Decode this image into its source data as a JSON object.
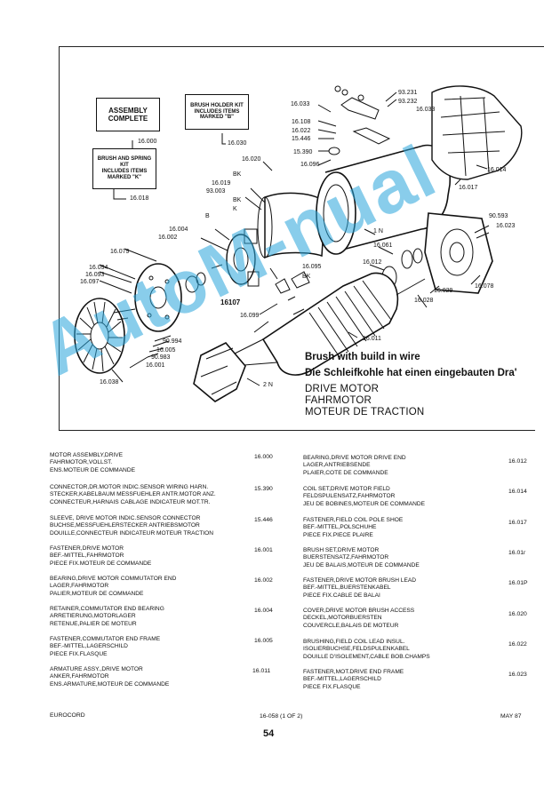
{
  "diagram": {
    "boxes": {
      "assembly": [
        "ASSEMBLY",
        "COMPLETE"
      ],
      "brush_holder": [
        "BRUSH HOLDER KIT",
        "INCLUDES ITEMS",
        "MARKED \"B\""
      ],
      "brush_spring": [
        "BRUSH AND SPRING",
        "KIT",
        "INCLUDES ITEMS",
        "MARKED \"K\""
      ]
    },
    "callouts": {
      "c16000": "16.000",
      "c16030": "16.030",
      "c16018": "16.018",
      "c16033a": "16.033",
      "c93231": "93.231",
      "c93232": "93.232",
      "c16033b": "16.033",
      "c16108": "16.108",
      "c16022": "16.022",
      "c15446": "15.446",
      "c15390": "15.390",
      "c16096": "16.096",
      "c16014": "16.014",
      "c16017": "16.017",
      "c16020": "16.020",
      "c16019": "16.019",
      "c93003": "93.003",
      "cBK1": "BK",
      "cBK2": "BK",
      "cK": "K",
      "cB": "B",
      "c16004": "16.004",
      "c16002": "16.002",
      "c1N": "1 N",
      "c90593": "90.593",
      "c16023": "16.023",
      "c16061": "16.061",
      "c16079": "16.079",
      "c16094": "16.094",
      "c16093": "16.093",
      "c16097": "16.097",
      "c16012": "16.012",
      "c16095": "16.095",
      "cBK3": "BK",
      "c16107": "16107",
      "c16029": "16.029",
      "c16078": "16.078",
      "c16028": "16.028",
      "c16099": "16.099",
      "c90994": "90.994",
      "c16005": "16.005",
      "c90983": "90.983",
      "c16001": "16.001",
      "c16011": "16.011",
      "c16038": "16.038",
      "c2N": "2 N"
    },
    "caption_en": "Brush with build in wire",
    "caption_de": "Die Schleifkohle hat einen eingebauten Dra'",
    "title": [
      "DRIVE MOTOR",
      "FAHRMOTOR",
      "MOTEUR DE TRACTION"
    ]
  },
  "parts_left": [
    {
      "lines": [
        "MOTOR ASSEMBLY,DRIVE",
        "FAHRMOTOR,VOLLST.",
        "ENS.MOTEUR DE COMMANDE"
      ],
      "no": "16.000"
    },
    {
      "lines": [
        "CONNECTOR,DR.MOTOR INDIC.SENSOR WIRING HARN.",
        "STECKER,KABELBAUM MESSFUEHLER ANTR.MOTOR ANZ.",
        "CONNECTEUR,HARNAIS CABLAGE INDICATEUR MOT.TR."
      ],
      "no": "15.390"
    },
    {
      "lines": [
        "SLEEVE, DRIVE MOTOR INDIC.SENSOR CONNECTOR",
        "BUCHSE,MESSFUEHLERSTECKER ANTRIEBSMOTOR",
        "DOUILLE,CONNECTEUR INDICATEUR MOTEUR TRACTION"
      ],
      "no": "15.446"
    },
    {
      "lines": [
        "FASTENER,DRIVE MOTOR",
        "BEF.-MITTEL,FAHRMOTOR",
        "PIECE FIX.MOTEUR DE COMMANDE"
      ],
      "no": "16.001"
    },
    {
      "lines": [
        "BEARING,DRIVE MOTOR COMMUTATOR END",
        "LAGER,FAHRMOTOR",
        "PALIER,MOTEUR DE COMMANDE"
      ],
      "no": "16.002"
    },
    {
      "lines": [
        "RETAINER,COMMUTATOR END BEARING",
        "ARRETIERUNG,MOTORLAGER",
        "RETENUE,PALIER DE MOTEUR"
      ],
      "no": "16.004"
    },
    {
      "lines": [
        "FASTENER,COMMUTATOR END FRAME",
        "BEF.-MITTEL,LAGERSCHILD",
        "PIECE FIX.FLASQUE"
      ],
      "no": "16.005"
    },
    {
      "lines": [
        "ARMATURE ASSY.,DRIVE MOTOR",
        "ANKER,FAHRMOTOR",
        "ENS.ARMATURE,MOTEUR DE COMMANDE"
      ],
      "no": "16.011"
    }
  ],
  "parts_right": [
    {
      "lines": [
        "BEARING,DRIVE MOTOR DRIVE END",
        "LAGER,ANTRIEBSENDE",
        "PLAIER,COTE DE COMMANDE"
      ],
      "no": "16.012"
    },
    {
      "lines": [
        "COIL SET,DRIVE MOTOR FIELD",
        "FELDSPULENSATZ,FAHRMOTOR",
        "JEU DE BOBINES,MOTEUR DE COMMANDE"
      ],
      "no": "16.014"
    },
    {
      "lines": [
        "FASTENER,FIELD COIL POLE SHOE",
        "BEF.-MITTEL,POLSCHUHE",
        "PIECE FIX.PIECE PLAIRE"
      ],
      "no": "16.017"
    },
    {
      "lines": [
        "BRUSH SET,DRIVE MOTOR",
        "BUERSTENSATZ,FAHRMOTOR",
        "JEU DE BALAIS,MOTEUR DE COMMANDE"
      ],
      "no": "16.01г"
    },
    {
      "lines": [
        "FASTENER,DRIVE MOTOR BRUSH LEAD",
        "BEF.-MITTEL,BUERSTENKABEL",
        "PIECE FIX.CABLE DE BALAI"
      ],
      "no": "16.01P"
    },
    {
      "lines": [
        "COVER,DRIVE MOTOR BRUSH ACCESS",
        "DECKEL,MOTORBUERSTEN",
        "COUVERCLE,BALAIS DE MOTEUR"
      ],
      "no": "16.020"
    },
    {
      "lines": [
        "BRUSHING,FIELD COIL LEAD INSUL.",
        "ISOLIERBUCHSE,FELDSPULENKABEL",
        "DOUILLE D'ISOLEMENT,CABLE BOB.CHAMPS"
      ],
      "no": "16.022"
    },
    {
      "lines": [
        "FASTENER,MOT.DRIVE END FRAME",
        "BEF.-MITTEL,LAGERSCHILD",
        "PIECE FIX.FLASQUE"
      ],
      "no": "16.023"
    }
  ],
  "footer": {
    "left": "EUROCORD",
    "center": "16-058 (1 OF 2)",
    "right": "MAY 87"
  },
  "page_number": "54",
  "watermark": "AutoM-nual"
}
